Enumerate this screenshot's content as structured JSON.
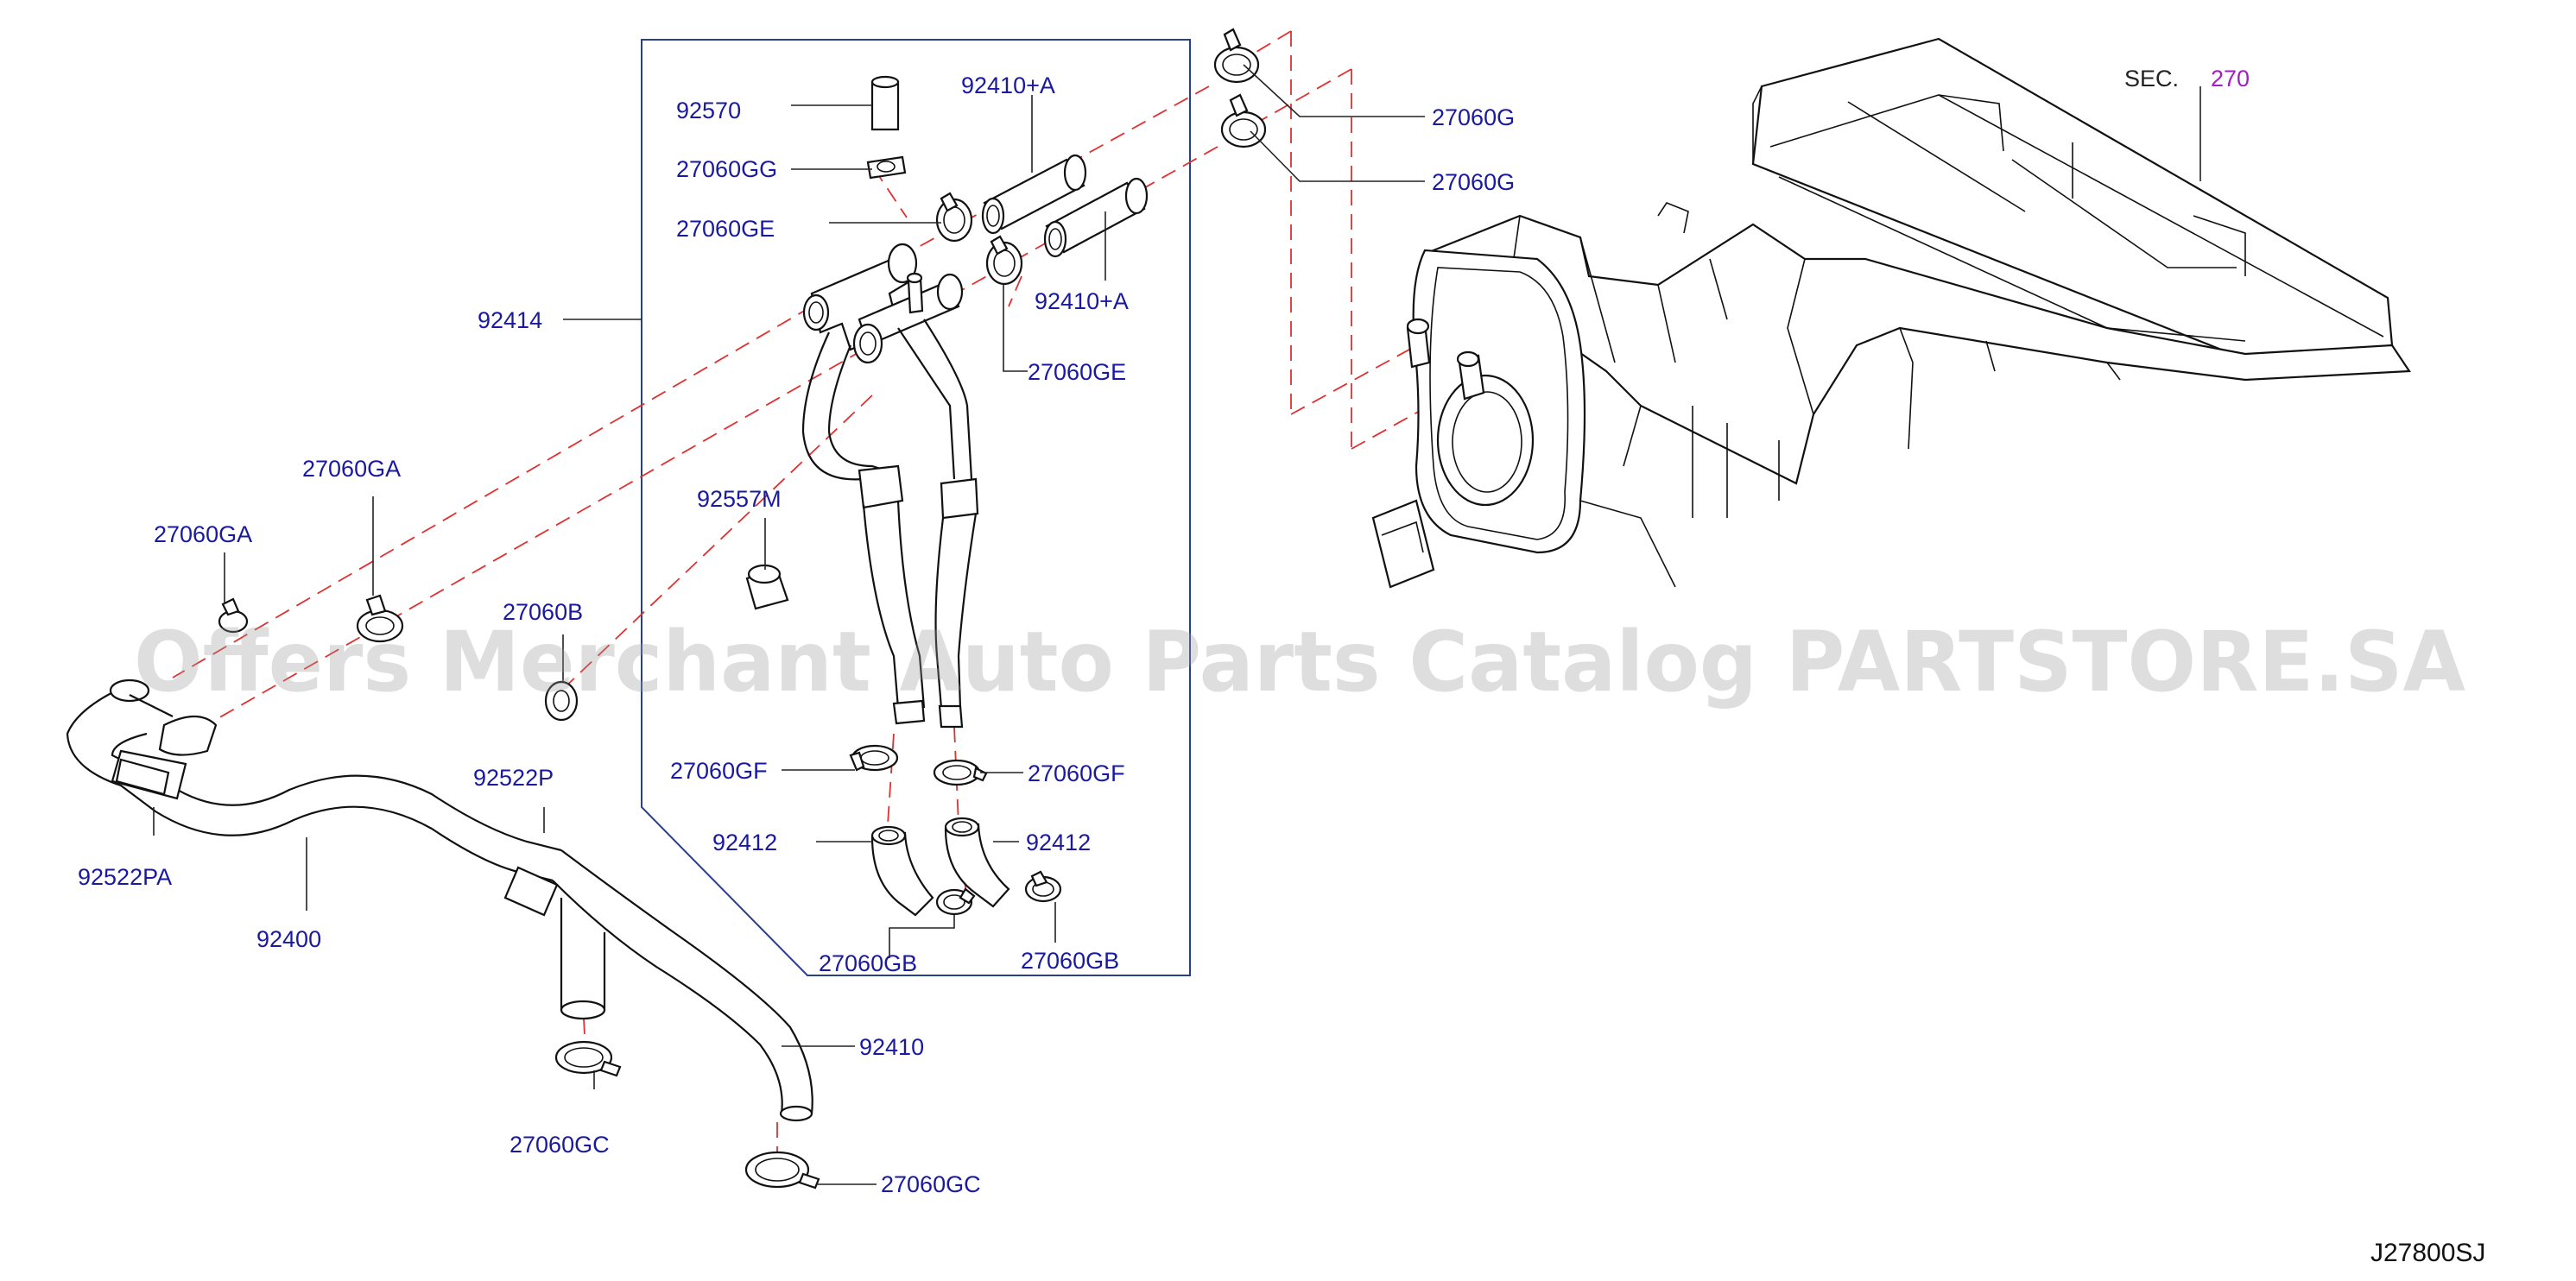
{
  "diagram": {
    "section_ref": {
      "prefix": "SEC.",
      "number": "270"
    },
    "drawing_code": "J27800SJ",
    "watermark": "Offers Merchant Auto Parts Catalog PARTSTORE.SA",
    "parts": {
      "p92570": "92570",
      "p92410A_top": "92410+A",
      "p27060GG": "27060GG",
      "p27060GE_left": "27060GE",
      "p92410A_right": "92410+A",
      "p27060GE_right": "27060GE",
      "p27060G_top": "27060G",
      "p27060G_bottom": "27060G",
      "p92414": "92414",
      "p92557M": "92557M",
      "p27060GA_upper": "27060GA",
      "p27060GA_left": "27060GA",
      "p27060B": "27060B",
      "p27060GF_left": "27060GF",
      "p27060GF_right": "27060GF",
      "p92412_left": "92412",
      "p92412_right": "92412",
      "p92522P": "92522P",
      "p92522PA": "92522PA",
      "p92400": "92400",
      "p27060GB_left": "27060GB",
      "p27060GB_right": "27060GB",
      "p92410": "92410",
      "p27060GC_left": "27060GC",
      "p27060GC_bottom": "27060GC"
    }
  }
}
